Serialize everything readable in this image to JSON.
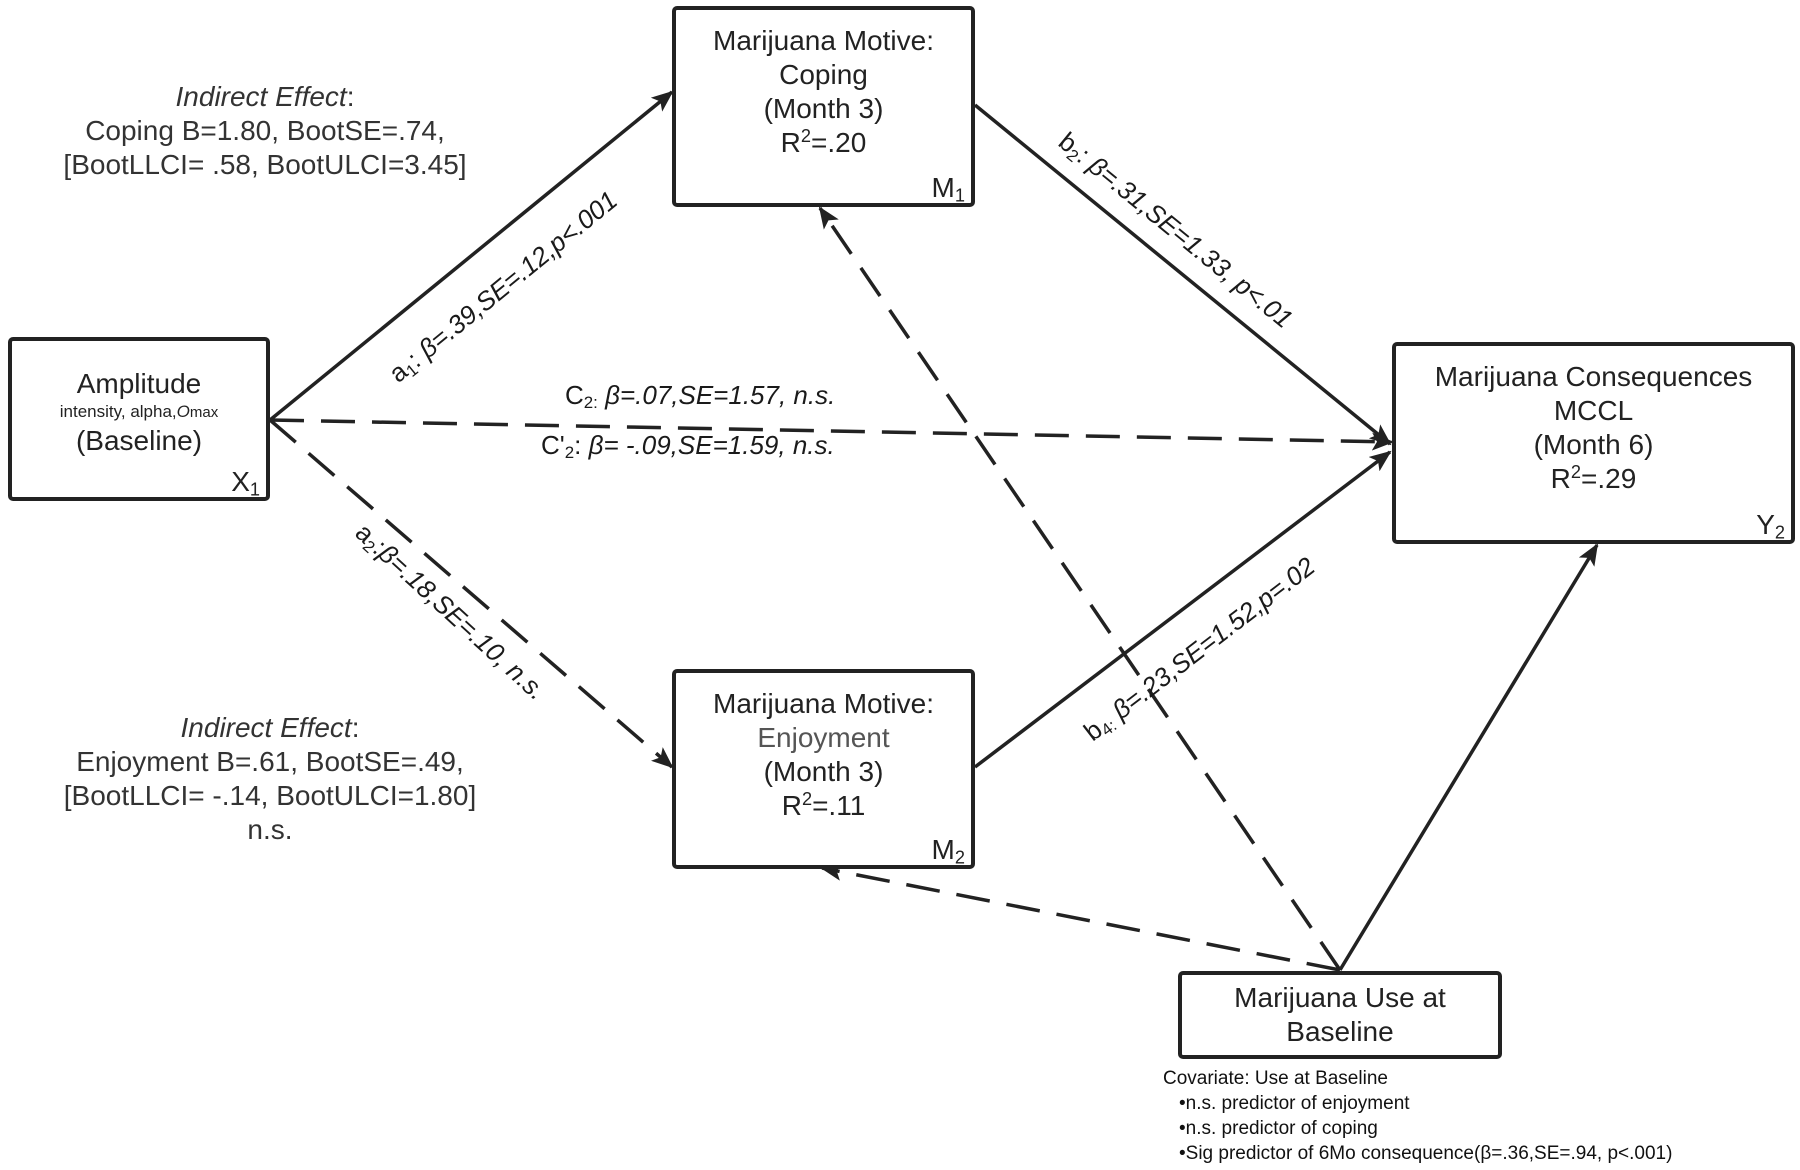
{
  "nodes": {
    "x1": {
      "title": "Amplitude",
      "subtitle": "intensity, alpha,",
      "subtitle_italic": "O",
      "subtitle_sub": "max",
      "time": "(Baseline)",
      "tag": "X",
      "tag_sub": "1"
    },
    "m1": {
      "line1": "Marijuana Motive:",
      "line2": "Coping",
      "line3": "(Month 3)",
      "r_pre": "R",
      "r_sup": "2",
      "r_val": "=.20",
      "tag": "M",
      "tag_sub": "1"
    },
    "m2": {
      "line1": "Marijuana Motive:",
      "line2": "Enjoyment",
      "line3": "(Month 3)",
      "r_pre": "R",
      "r_sup": "2",
      "r_val": "=.11",
      "tag": "M",
      "tag_sub": "2"
    },
    "y2": {
      "line1": "Marijuana Consequences",
      "line2": "MCCL",
      "line3": "(Month 6)",
      "r_pre": "R",
      "r_sup": "2",
      "r_val": "=.29",
      "tag": "Y",
      "tag_sub": "2"
    },
    "cov": {
      "line1": "Marijuana Use at",
      "line2": "Baseline"
    }
  },
  "paths": {
    "a1": {
      "pre": "a",
      "sub": "1",
      "colon": ":",
      "stats": " β=.39,SE=.12,p<.001"
    },
    "a2": {
      "pre": "a",
      "sub": "2",
      "colon": ":",
      "stats": "β=.18,SE=.10, n.s."
    },
    "b2": {
      "pre": "b",
      "sub": "2",
      "colon": ":",
      "stats": " β=.31,SE=1.33, p<.01"
    },
    "b4": {
      "pre": "b",
      "sub": "4:",
      "stats": " β=.23,SE=1.52,p=.02"
    },
    "c2": {
      "pre": "C",
      "sub": "2:",
      "stats": " β=.07,SE=1.57, n.s."
    },
    "c2p": {
      "pre": "C'",
      "sub": "2",
      "colon": ":",
      "stats": " β= -.09,SE=1.59, n.s."
    }
  },
  "indirect_coping": {
    "heading": "Indirect Effect",
    "colon": ":",
    "line1": "Coping B=1.80, BootSE=.74,",
    "line2": "[BootLLCI= .58, BootULCI=3.45]"
  },
  "indirect_enjoyment": {
    "heading": "Indirect Effect",
    "colon": ":",
    "line1": "Enjoyment B=.61, BootSE=.49,",
    "line2": "[BootLLCI= -.14, BootULCI=1.80]",
    "line3": "n.s."
  },
  "covariate_note": {
    "title": "Covariate: Use at Baseline",
    "items": [
      "•n.s. predictor of enjoyment",
      "•n.s. predictor of coping",
      "•Sig predictor of 6Mo consequence(β=.36,SE=.94, p<.001)"
    ]
  },
  "colors": {
    "line": "#222222",
    "text": "#1a1a1a"
  }
}
